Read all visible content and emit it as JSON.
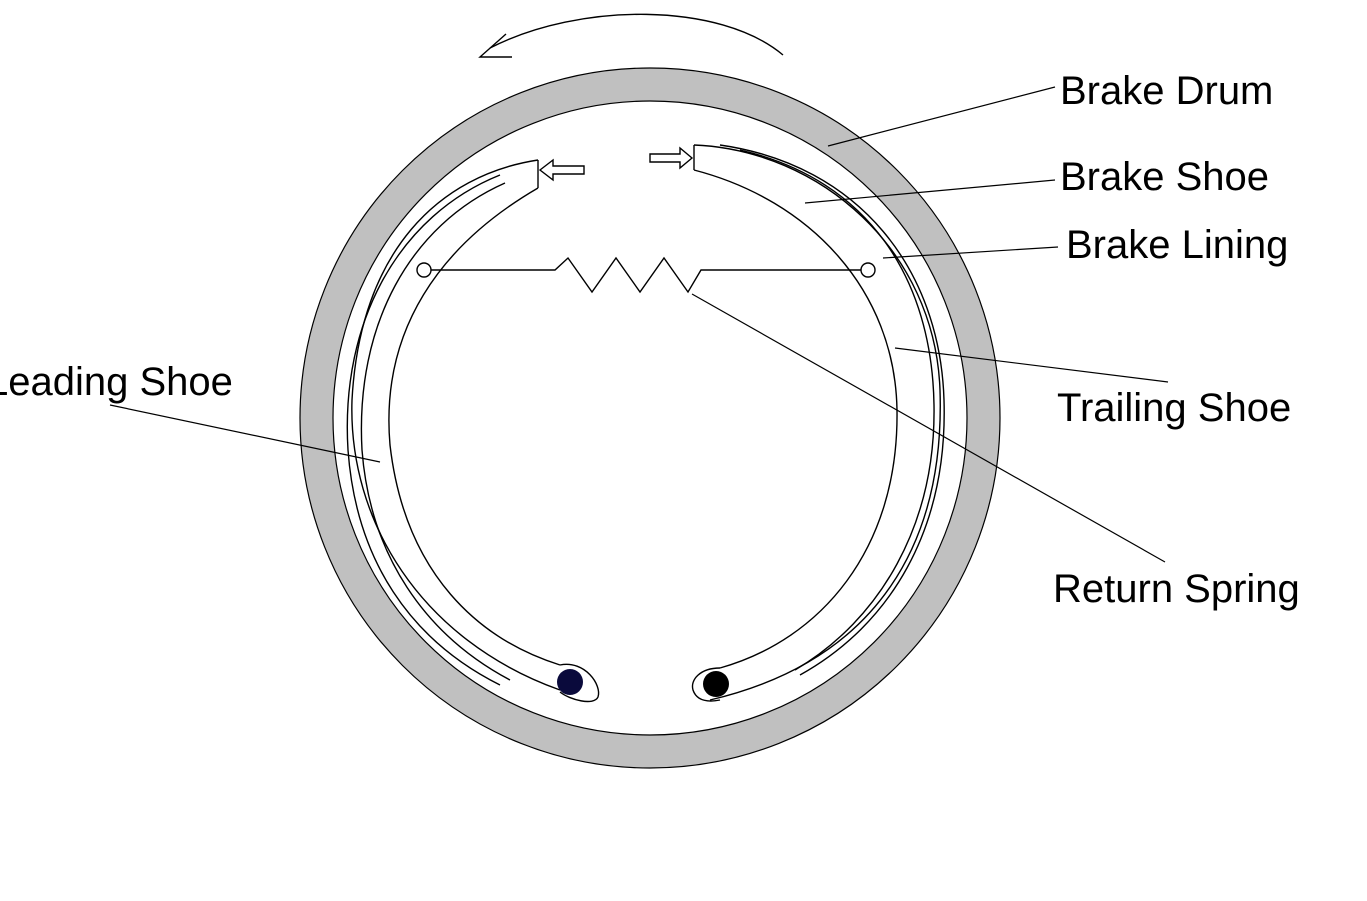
{
  "labels": {
    "brake_drum": "Brake Drum",
    "brake_shoe": "Brake Shoe",
    "brake_lining": "Brake Lining",
    "leading_shoe": "Leading Shoe",
    "trailing_shoe": "Trailing Shoe",
    "return_spring": "Return Spring"
  },
  "colors": {
    "drum_fill": "#c0c0c0",
    "line": "#000000",
    "background": "#ffffff",
    "left_pivot": "#0a0a3c",
    "right_pivot": "#000000"
  }
}
